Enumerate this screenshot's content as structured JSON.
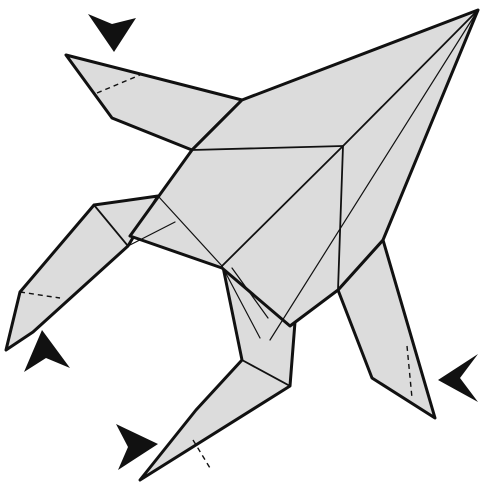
{
  "diagram": {
    "kind": "origami-folding-step",
    "colors": {
      "paper": "#dcdcdc",
      "line": "#111111",
      "arrow": "#111111",
      "background": "#ffffff"
    },
    "symbols": [
      {
        "name": "sink-arrow-top-left",
        "icon": "arrowhead-down"
      },
      {
        "name": "sink-arrow-bottom-left",
        "icon": "arrowhead-up"
      },
      {
        "name": "sink-arrow-bottom",
        "icon": "arrowhead-right"
      },
      {
        "name": "sink-arrow-right",
        "icon": "arrowhead-left"
      }
    ]
  }
}
